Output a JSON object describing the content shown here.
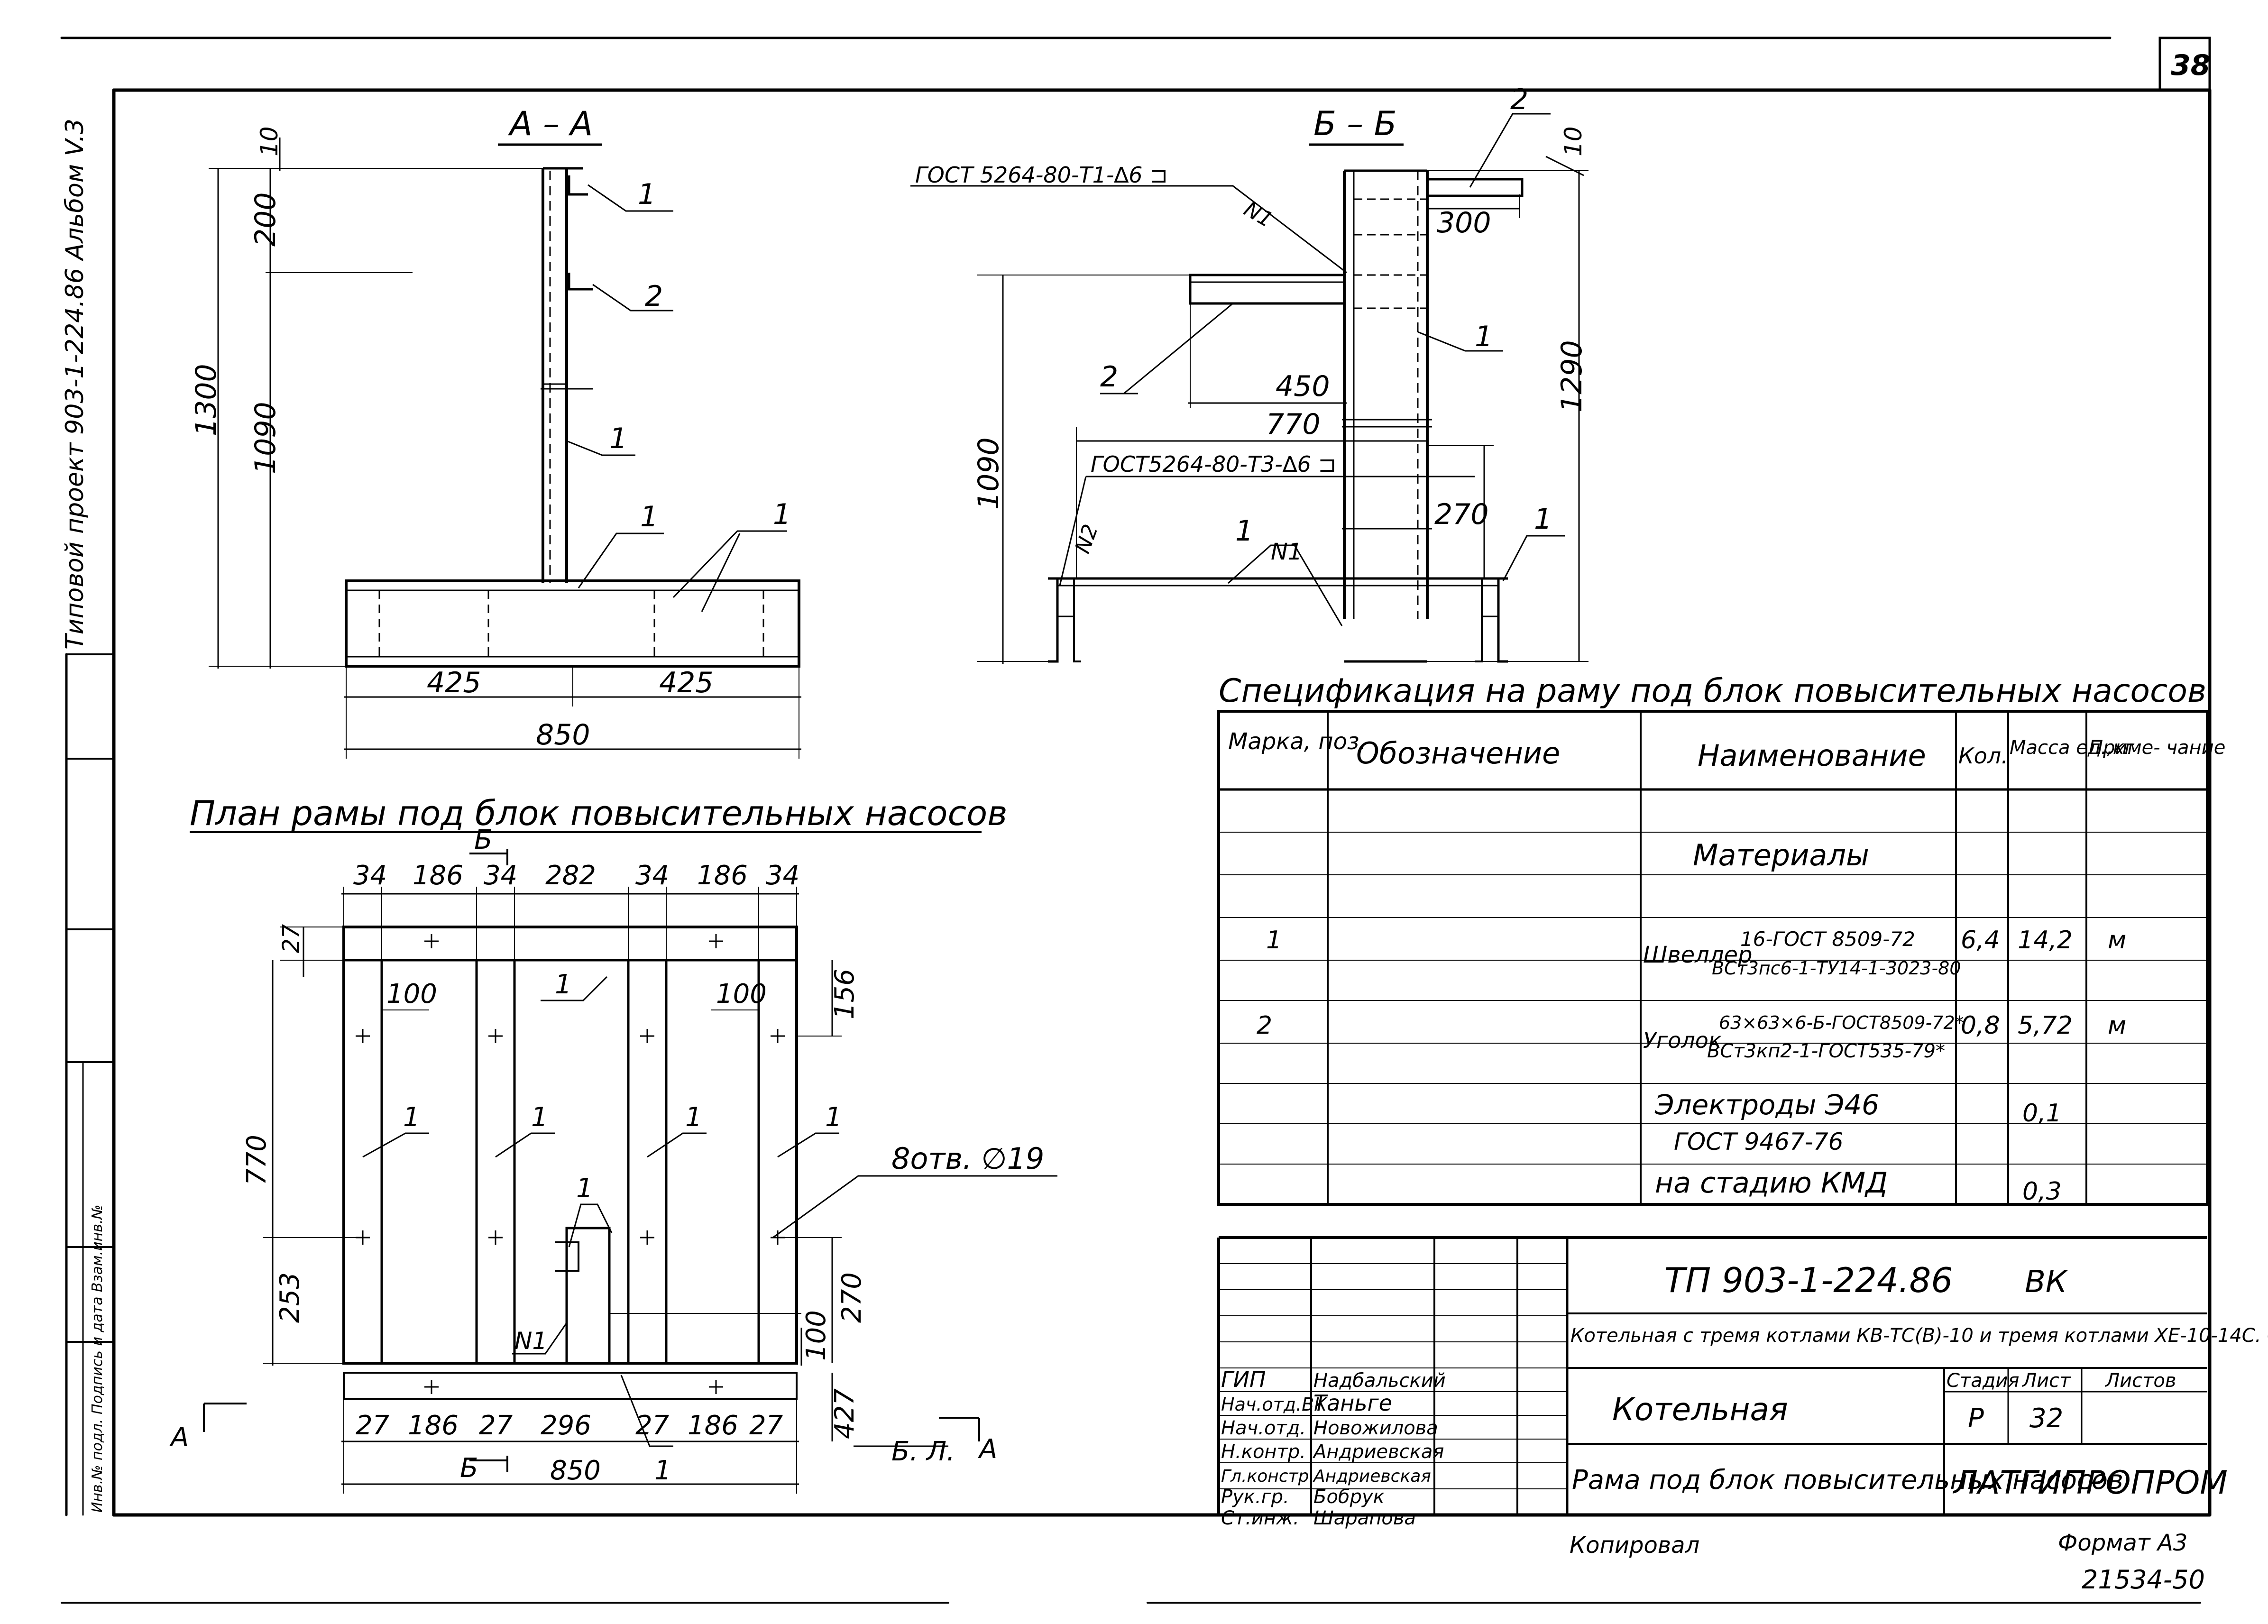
{
  "sheet_number": "38",
  "side_stamp_top": "Типовой проект 903-1-224.86 Альбом V.3",
  "side_stamp_bottom": "Инв.№ подл. Подпись и дата Взам.инв.№",
  "section_aa": {
    "title": "А – А",
    "dims": [
      "10",
      "200",
      "1300",
      "1090",
      "425",
      "425",
      "850"
    ],
    "callouts": [
      "1",
      "2",
      "1",
      "1",
      "1"
    ]
  },
  "section_bb": {
    "title": "Б – Б",
    "weld_top": "ГОСТ 5264-80-Т1-∆6 ⊐",
    "weld_bottom": "ГОСТ5264-80-Т3-∆6 ⊐",
    "node1": "N1",
    "node2": "N2",
    "node1b": "N1",
    "dims": [
      "10",
      "300",
      "1290",
      "450",
      "770",
      "1090",
      "270"
    ],
    "callouts": [
      "2",
      "1",
      "2",
      "1",
      "1"
    ]
  },
  "plan": {
    "title": "План рамы под блок повысительных насосов",
    "sec_mark_b": "Б",
    "sec_mark_a": "А",
    "sec_mark_a2": "А",
    "sec_mark_b2": "Б",
    "top_dims": [
      "34",
      "186",
      "34",
      "282",
      "34",
      "186",
      "34"
    ],
    "bottom_dims": [
      "27",
      "186",
      "27",
      "296",
      "27",
      "186",
      "27"
    ],
    "overall": "850",
    "left_dims": [
      "27",
      "770",
      "253"
    ],
    "right_dims": [
      "156",
      "270",
      "100",
      "427"
    ],
    "inner": [
      "100",
      "100"
    ],
    "holes": "8отв. ∅19",
    "node": "N1",
    "sheet_ref": "Б. Л.",
    "callouts": [
      "1",
      "1",
      "1",
      "1",
      "1",
      "1",
      "1"
    ]
  },
  "spec": {
    "title": "Спецификация на раму под блок повысительных насосов",
    "headers": [
      "Марка, поз.",
      "Обозначение",
      "Наименование",
      "Кол.",
      "Масса ед.,кг",
      "Приме- чание"
    ],
    "section_label": "Материалы",
    "rows": [
      {
        "pos": "1",
        "name1": "Швеллер",
        "name2": "16-ГОСТ 8509-72",
        "name3": "ВСт3пс6-1-ТУ14-1-3023-80",
        "qty": "6,4",
        "mass": "14,2",
        "note": "м"
      },
      {
        "pos": "2",
        "name1": "Уголок",
        "name2": "63×63×6-Б-ГОСТ8509-72*",
        "name3": "ВСт3кп2-1-ГОСТ535-79*",
        "qty": "0,8",
        "mass": "5,72",
        "note": "м"
      }
    ],
    "electrodes": "Электроды Э46",
    "electrodes_gost": "ГОСТ 9467-76",
    "electrodes_mass": "0,1",
    "kmd": "на стадию КМД",
    "kmd_mass": "0,3"
  },
  "title_block": {
    "doc_code": "ТП 903-1-224.86",
    "doc_type": "ВК",
    "project": "Котельная с тремя котлами КВ-ТС(В)-10 и тремя котлами ХЕ-10-14С. Открытая система теплоснабжения.",
    "object": "Котельная",
    "drawing": "Рама под блок повысительных насосов",
    "org": "ЛАТГИПРОПРОМ",
    "stage_h": "Стадия",
    "sheet_h": "Лист",
    "sheets_h": "Листов",
    "stage": "Р",
    "sheet": "32",
    "people": [
      {
        "role": "ГИП",
        "name": "Надбальский"
      },
      {
        "role": "Нач.отд.ВК",
        "name": "Таньге"
      },
      {
        "role": "Нач.отд.",
        "name": "Новожилова"
      },
      {
        "role": "Н.контр.",
        "name": "Андриевская"
      },
      {
        "role": "Гл.констр.",
        "name": "Андриевская"
      },
      {
        "role": "Рук.гр.",
        "name": "Бобрук"
      },
      {
        "role": "Ст.инж.",
        "name": "Шарапова"
      }
    ],
    "copied": "Копировал",
    "format": "Формат А3",
    "inv": "21534-50"
  }
}
